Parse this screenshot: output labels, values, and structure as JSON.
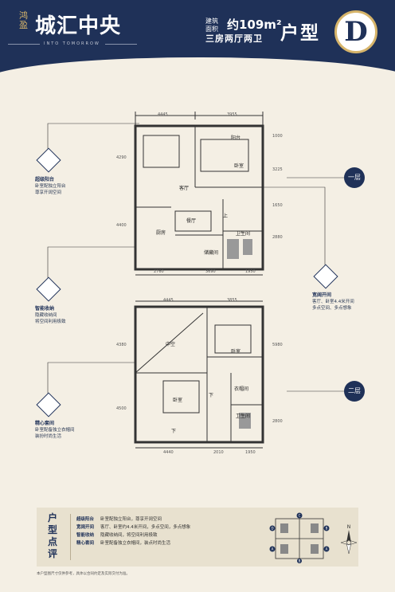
{
  "header": {
    "brand_small": "鸿盈",
    "brand_main": "城汇中央",
    "brand_sub": "INTO TOMORROW",
    "area_label": "建筑面积",
    "area_value": "约109m²",
    "layout": "三房两厅两卫",
    "type_label": "户型",
    "type_letter": "D"
  },
  "floors": {
    "first": "一层",
    "second": "二层"
  },
  "dims_top": {
    "a": "4445",
    "b": "3955",
    "c": "4445",
    "d": "3855"
  },
  "dims_bottom": {
    "a": "2760",
    "b": "3690",
    "c": "1950",
    "d": "4440",
    "e": "2010",
    "f": "1950"
  },
  "dims_left": {
    "a": "4290",
    "b": "4400",
    "c": "4380",
    "d": "4500"
  },
  "dims_right": {
    "a": "1000",
    "b": "3225",
    "c": "1650",
    "d": "2880",
    "e": "5980",
    "f": "2800"
  },
  "rooms1": {
    "balcony": "阳台",
    "bedroom": "卧室",
    "living": "客厅",
    "dining": "餐厅",
    "kitchen": "厨房",
    "bath": "卫生间",
    "storage": "储藏间",
    "up": "上"
  },
  "rooms2": {
    "void": "中空",
    "bedroom1": "卧室",
    "bedroom2": "卧室",
    "closet": "衣帽间",
    "bath": "卫生间",
    "down1": "下",
    "down2": "下"
  },
  "callouts": {
    "balcony": {
      "title": "超级阳台",
      "l1": "卧室配独立阳台",
      "l2": "尊享开阔空间"
    },
    "storage": {
      "title": "智能收纳",
      "l1": "隐藏收纳间",
      "l2": "将空间利用极致"
    },
    "suite": {
      "title": "精心套间",
      "l1": "卧室配备独立衣帽间",
      "l2": "装扮时尚生活"
    },
    "spacious": {
      "title": "宽阔开间",
      "l1": "客厅、卧室4.4米开间",
      "l2": "多点空间、多点想象"
    }
  },
  "legend": {
    "title": "户型点评",
    "rows": [
      {
        "k": "超级阳台",
        "v": "卧室配独立阳台，尊享开阔空间"
      },
      {
        "k": "宽阔开间",
        "v": "客厅、卧室约4.4米开间，多点空间，多点想象"
      },
      {
        "k": "智能收纳",
        "v": "隐藏收纳间，将空间利用极致"
      },
      {
        "k": "精心套间",
        "v": "卧室配备独立衣帽间，装点时尚生活"
      }
    ]
  },
  "keyplan_letters": [
    "C",
    "D",
    "A",
    "B",
    "A",
    "B"
  ],
  "compass": "N",
  "disclaimer": "本户型图尺寸仅供参考，具体以合同约定及实际交付为准。"
}
